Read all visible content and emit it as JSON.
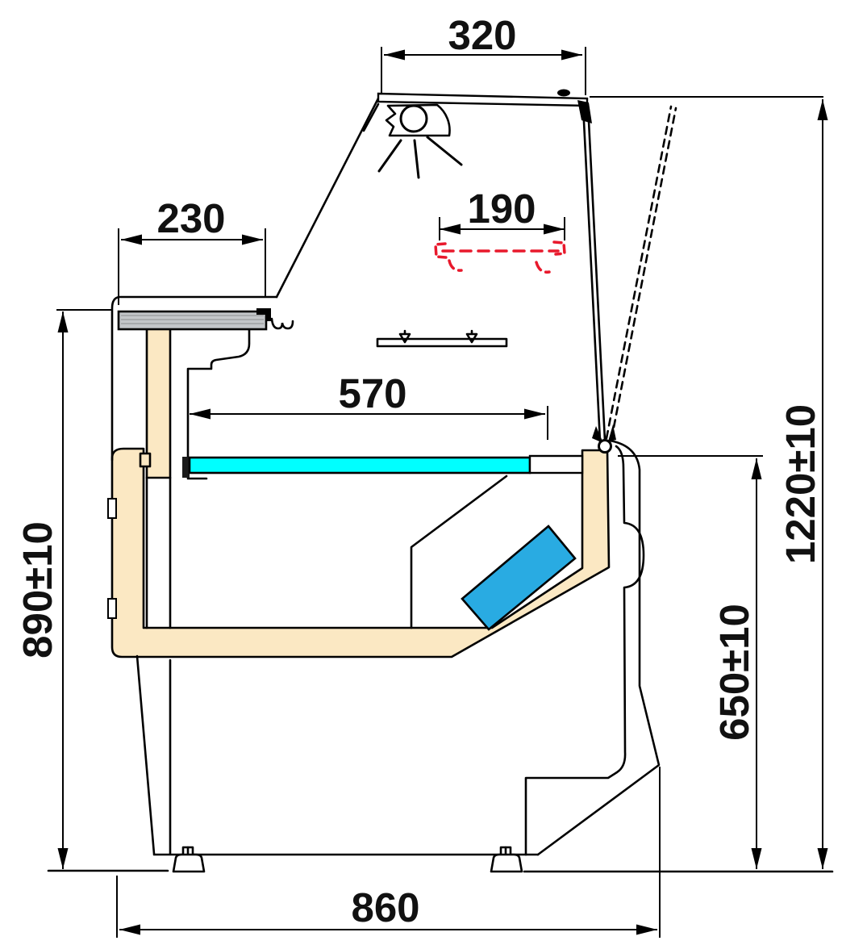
{
  "dimensions": {
    "top_width": {
      "label": "320"
    },
    "shelf_depth": {
      "label": "230"
    },
    "glass_shelf_span": {
      "label": "190"
    },
    "deck_depth": {
      "label": "570"
    },
    "rear_height": {
      "label": "890±10"
    },
    "total_height": {
      "label": "1220±10"
    },
    "front_height": {
      "label": "650±10"
    },
    "base_depth": {
      "label": "860"
    }
  },
  "colors": {
    "insulation": "#FBE8C3",
    "worktop_gray": "#C3C6C9",
    "deck_cyan": "#00FFFF",
    "evaporator_blue": "#29ABE2",
    "phantom_red": "#E8192C",
    "line": "#000000",
    "background": "#FFFFFF"
  }
}
